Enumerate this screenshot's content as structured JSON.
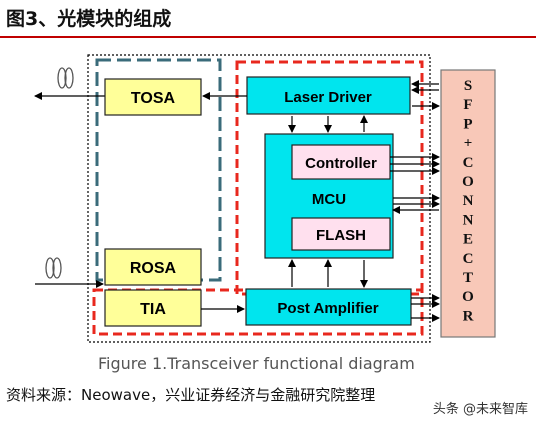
{
  "header": {
    "title": "图3、光模块的组成"
  },
  "diagram": {
    "tosa": "TOSA",
    "rosa": "ROSA",
    "tia": "TIA",
    "laser_driver": "Laser Driver",
    "controller": "Controller",
    "mcu": "MCU",
    "flash": "FLASH",
    "post_amplifier": "Post Amplifier",
    "connector_letters": [
      "S",
      "F",
      "P",
      "+",
      "C",
      "O",
      "N",
      "N",
      "E",
      "C",
      "T",
      "O",
      "R"
    ],
    "caption": "Figure 1.Transceiver functional diagram",
    "colors": {
      "yellow_box": "#ffff99",
      "cyan_box": "#00e5ee",
      "pink_box": "#ffe0ee",
      "connector_box": "#f8c8b8",
      "red_dash": "#e8281e",
      "teal_dash": "#3a6b7a"
    }
  },
  "footer": {
    "source": "资料来源：Neowave，兴业证券经济与金融研究院整理",
    "watermark": "头条 @未来智库"
  }
}
